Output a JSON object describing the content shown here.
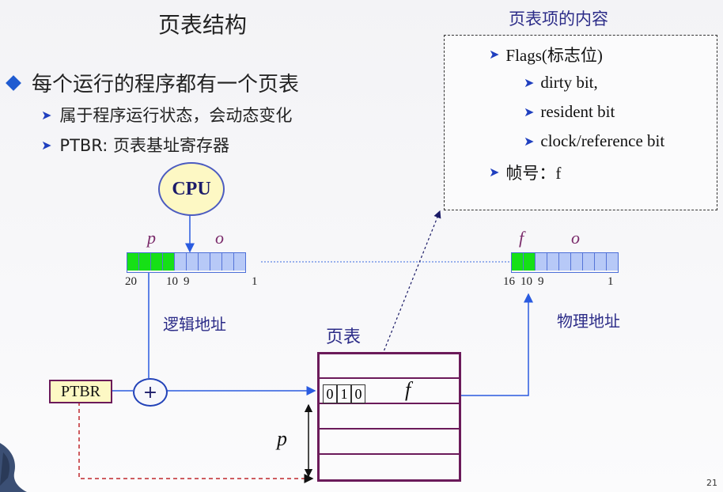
{
  "slide": {
    "title": "页表结构",
    "page_number": "21"
  },
  "bullets": {
    "main": "每个运行的程序都有一个页表",
    "sub1": "属于程序运行状态，会动态变化",
    "sub2": "PTBR: 页表基址寄存器"
  },
  "pte": {
    "title": "页表项的内容",
    "flags": "Flags(标志位)",
    "dirty": "dirty bit,",
    "resident": "resident bit",
    "clock": "clock/reference bit",
    "frame": "帧号：f"
  },
  "diagram": {
    "cpu": "CPU",
    "logical_p": "p",
    "logical_o": "o",
    "logical_bits": [
      "20",
      "10",
      "9",
      "1"
    ],
    "logical_label": "逻辑地址",
    "physical_f": "f",
    "physical_o": "o",
    "physical_bits": [
      "16",
      "10",
      "9",
      "1"
    ],
    "physical_label": "物理地址",
    "page_table_label": "页表",
    "ptbr": "PTBR",
    "plus": "+",
    "entry_bits": [
      "0",
      "1",
      "0"
    ],
    "entry_f": "f",
    "offset_p": "p"
  },
  "colors": {
    "accent_blue": "#1f5bd1",
    "frame_purple": "#6b1a5a",
    "register_green": "#16e016",
    "register_blue": "#b7c9f7",
    "cpu_fill": "#fdf8c4",
    "dashed_red": "#c0282c"
  },
  "icons": {
    "bullet": "diamond-icon",
    "sub_bullet": "arrow-right-icon"
  }
}
